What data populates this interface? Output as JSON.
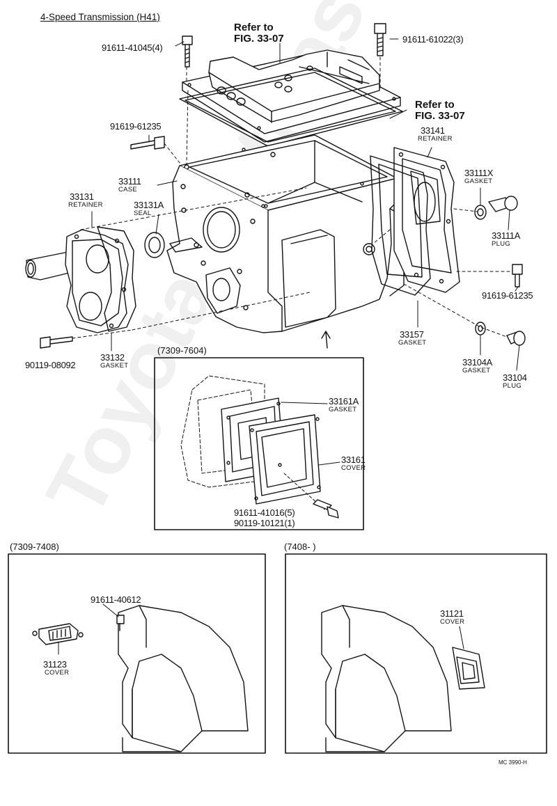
{
  "title": "4-Speed Transmission (H41)",
  "refs": [
    {
      "line1": "Refer to",
      "line2": "FIG. 33-07"
    },
    {
      "line1": "Refer to",
      "line2": "FIG. 33-07"
    }
  ],
  "parts": {
    "bolt_top_left": "91611-41045(4)",
    "bolt_top_right": "91611-61022(3)",
    "bolt_left": "91619-61235",
    "case_no": "33111",
    "case_name": "CASE",
    "retainer_front_no": "33131",
    "retainer_front_name": "RETAINER",
    "seal_no": "33131A",
    "seal_name": "SEAL",
    "gasket_front_no": "33132",
    "gasket_front_name": "GASKET",
    "bolt_front": "90119-08092",
    "retainer_rear_no": "33141",
    "retainer_rear_name": "RETAINER",
    "gasket_x_no": "33111X",
    "gasket_x_name": "GASKET",
    "plug_a_no": "33111A",
    "plug_a_name": "PLUG",
    "bolt_right": "91619-61235",
    "gasket_rear_no": "33157",
    "gasket_rear_name": "GASKET",
    "gasket_104a_no": "33104A",
    "gasket_104a_name": "GASKET",
    "plug_104_no": "33104",
    "plug_104_name": "PLUG",
    "gasket_161a_no": "33161A",
    "gasket_161a_name": "GASKET",
    "cover_161_no": "33161",
    "cover_161_name": "COVER",
    "bolt_cover_1": "91611-41016(5)",
    "bolt_cover_2": "90119-10121(1)",
    "bolt_box_left": "91611-40612",
    "cover_123_no": "31123",
    "cover_123_name": "COVER",
    "cover_121_no": "31121",
    "cover_121_name": "COVER"
  },
  "boxes": {
    "middle_date": "(7309-7604)",
    "left_date": "(7309-7408)",
    "right_date": "(7408-        )"
  },
  "drawing_code": "MC 3990-H",
  "watermark": "ToyotaPartMaster.ru"
}
